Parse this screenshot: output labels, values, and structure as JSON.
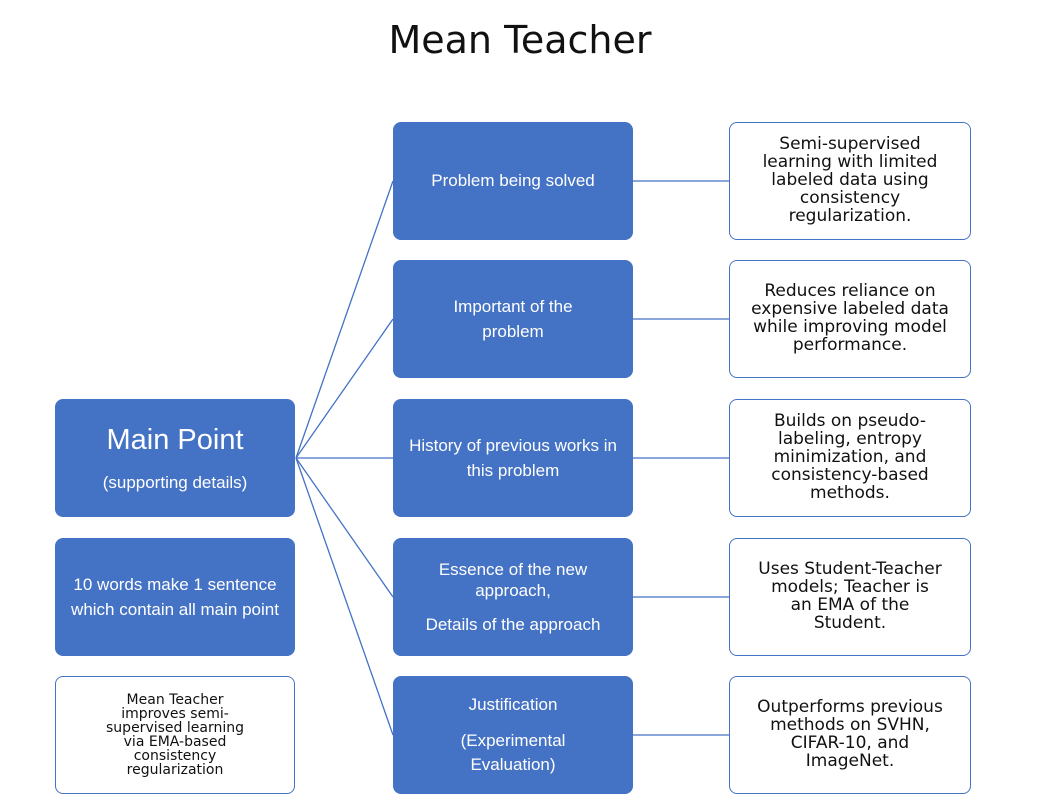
{
  "title": "Mean Teacher",
  "main_point": {
    "title": "Main Point",
    "subtitle": "(supporting details)"
  },
  "ten_words_box": "10 words make 1 sentence which contain all main point",
  "summary_sentence": "Mean Teacher improves semi-supervised learning via EMA-based consistency regularization",
  "aspects": [
    {
      "label_lines": [
        "Problem being solved"
      ],
      "detail": "Semi-supervised learning with limited labeled data using consistency regularization."
    },
    {
      "label_lines": [
        "Important of the problem"
      ],
      "detail": "Reduces reliance on expensive labeled data while improving model performance."
    },
    {
      "label_lines": [
        "History of previous works in this problem"
      ],
      "detail": "Builds on pseudo-labeling, entropy minimization, and consistency-based methods."
    },
    {
      "label_lines": [
        "Essence of the new approach,",
        "Details of the approach"
      ],
      "detail": "Uses Student-Teacher models; Teacher is an EMA of the Student."
    },
    {
      "label_lines": [
        "Justification",
        "(Experimental Evaluation)"
      ],
      "detail": "Outperforms previous methods on SVHN, CIFAR-10, and ImageNet."
    }
  ],
  "colors": {
    "box_fill": "#4472c4",
    "outline": "#4472c4",
    "connector": "#4472c4"
  }
}
